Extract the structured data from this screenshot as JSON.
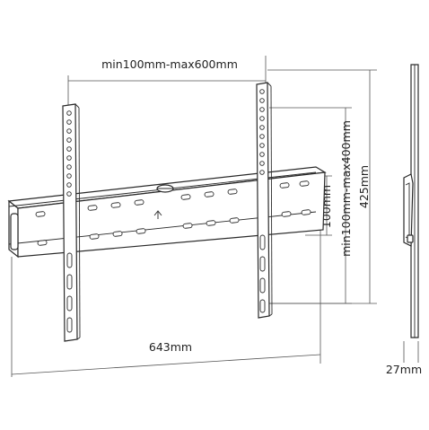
{
  "diagram": {
    "labels": {
      "vesa_width": "min100mm-max600mm",
      "vesa_height_min": "100mm",
      "vesa_height_range": "min100mm-max400mm",
      "overall_height": "425mm",
      "overall_width": "643mm",
      "depth": "27mm"
    },
    "colors": {
      "line": "#2a2a2a",
      "dimension": "#555555",
      "text": "#222222",
      "background": "#ffffff"
    }
  }
}
